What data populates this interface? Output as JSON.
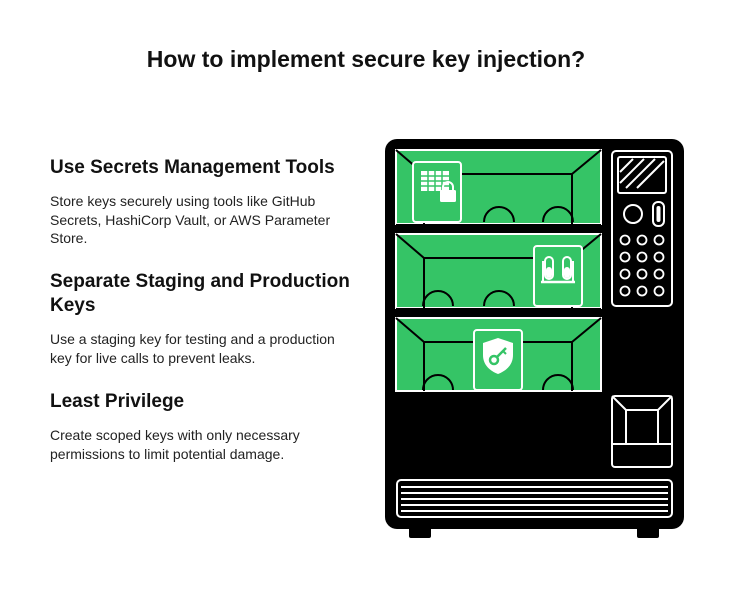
{
  "title": "How to implement secure key injection?",
  "sections": [
    {
      "heading": "Use Secrets Management Tools",
      "body": "Store keys securely using tools like GitHub Secrets, HashiCorp Vault, or AWS Parameter Store."
    },
    {
      "heading": "Separate Staging and Production Keys",
      "body": "Use a staging key for testing and a production key for live calls to prevent leaks."
    },
    {
      "heading": "Least Privilege",
      "body": "Create scoped keys with only necessary permissions to limit potential damage."
    }
  ],
  "illustration": {
    "icons": [
      "spreadsheet-lock-icon",
      "test-tubes-icon",
      "shield-key-icon"
    ],
    "colors": {
      "green": "#35c466",
      "black": "#000000",
      "white": "#ffffff"
    }
  }
}
